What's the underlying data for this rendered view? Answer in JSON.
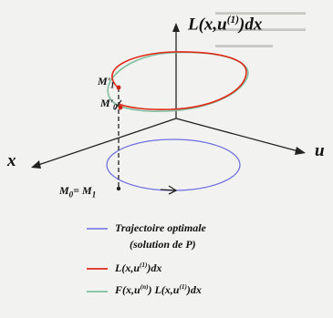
{
  "axes": {
    "vertical_label_main": "L(x,u",
    "vertical_label_sup": "(1)",
    "vertical_label_tail": ")dx",
    "x_label": "x",
    "u_label": "u"
  },
  "points": {
    "m1_prime_main": "M'",
    "m1_prime_sub": "1",
    "m0_prime_main": "M'",
    "m0_prime_sub": "0",
    "base_a": "M",
    "base_a_sub": "0",
    "base_eq": "= M",
    "base_b_sub": "1"
  },
  "legend": {
    "blue_line1": "Trajectoire optimale",
    "blue_line2": "(solution de P)",
    "red_main": "L(x,u",
    "red_sup": "(1)",
    "red_tail": ")dx",
    "green_a": "F(x,u",
    "green_a_sup": "(n)",
    "green_b": ") L(x,u",
    "green_b_sup": "(1)",
    "green_c": ")dx"
  },
  "colors": {
    "blue": "#6f6fe0",
    "red": "#e02a18",
    "green": "#7fbf9f",
    "axis": "#222222"
  }
}
